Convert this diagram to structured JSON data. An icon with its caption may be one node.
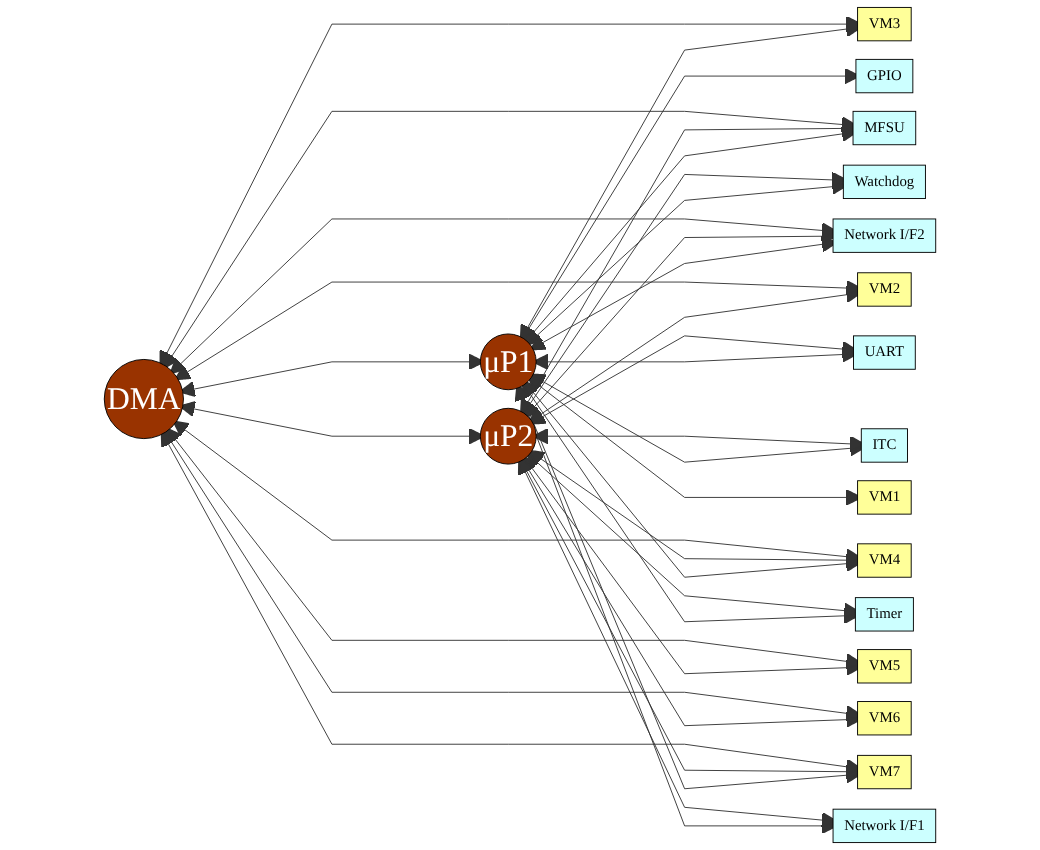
{
  "diagram": {
    "nodes": [
      {
        "text": [
          "μP1"
        ]
      },
      {
        "text": [
          "μP2"
        ]
      },
      {
        "text": [
          "DMA"
        ]
      },
      {
        "text": [
          "Watchdog"
        ]
      },
      {
        "text": [
          "UART"
        ]
      },
      {
        "text": [
          "ITC"
        ]
      },
      {
        "text": [
          "Timer"
        ]
      },
      {
        "text": [
          "GPIO"
        ]
      },
      {
        "text": [
          "MFSU"
        ]
      },
      {
        "text": [
          "Network I/F1"
        ]
      },
      {
        "text": [
          "Network I/F2"
        ]
      },
      {
        "text": [
          "VM1"
        ]
      },
      {
        "text": [
          "VM2"
        ]
      },
      {
        "text": [
          "VM3"
        ]
      },
      {
        "text": [
          "VM4"
        ]
      },
      {
        "text": [
          "VM5"
        ]
      },
      {
        "text": [
          "VM6"
        ]
      },
      {
        "text": [
          "VM7"
        ]
      }
    ],
    "edges": [
      {
        "from": 0,
        "to": 3,
        "arrow": "both"
      },
      {
        "from": 0,
        "to": 4,
        "arrow": "both"
      },
      {
        "from": 0,
        "to": 5,
        "arrow": "both"
      },
      {
        "from": 0,
        "to": 6,
        "arrow": "both"
      },
      {
        "from": 0,
        "to": 7,
        "arrow": "both"
      },
      {
        "from": 0,
        "to": 8,
        "arrow": "both"
      },
      {
        "from": 0,
        "to": 9,
        "arrow": "both"
      },
      {
        "from": 0,
        "to": 10,
        "arrow": "both"
      },
      {
        "from": 0,
        "to": 11,
        "arrow": "both"
      },
      {
        "from": 0,
        "to": 13,
        "arrow": "both"
      },
      {
        "from": 0,
        "to": 14,
        "arrow": "both"
      },
      {
        "from": 0,
        "to": 17,
        "arrow": "both"
      },
      {
        "from": 1,
        "to": 3,
        "arrow": "both"
      },
      {
        "from": 1,
        "to": 4,
        "arrow": "both"
      },
      {
        "from": 1,
        "to": 5,
        "arrow": "both"
      },
      {
        "from": 1,
        "to": 6,
        "arrow": "both"
      },
      {
        "from": 1,
        "to": 8,
        "arrow": "both"
      },
      {
        "from": 1,
        "to": 9,
        "arrow": "both"
      },
      {
        "from": 1,
        "to": 10,
        "arrow": "both"
      },
      {
        "from": 1,
        "to": 12,
        "arrow": "both"
      },
      {
        "from": 1,
        "to": 14,
        "arrow": "both"
      },
      {
        "from": 1,
        "to": 15,
        "arrow": "both"
      },
      {
        "from": 1,
        "to": 16,
        "arrow": "both"
      },
      {
        "from": 1,
        "to": 17,
        "arrow": "both"
      },
      {
        "from": 2,
        "to": 8,
        "arrow": "both"
      },
      {
        "from": 2,
        "to": 10,
        "arrow": "both"
      },
      {
        "from": 2,
        "to": 12,
        "arrow": "both"
      },
      {
        "from": 2,
        "to": 13,
        "arrow": "both"
      },
      {
        "from": 2,
        "to": 14,
        "arrow": "both"
      },
      {
        "from": 2,
        "to": 15,
        "arrow": "both"
      },
      {
        "from": 2,
        "to": 16,
        "arrow": "both"
      },
      {
        "from": 2,
        "to": 17,
        "arrow": "both"
      },
      {
        "from": 2,
        "to": 0,
        "arrow": "both"
      },
      {
        "from": 2,
        "to": 1,
        "arrow": "both"
      }
    ]
  }
}
